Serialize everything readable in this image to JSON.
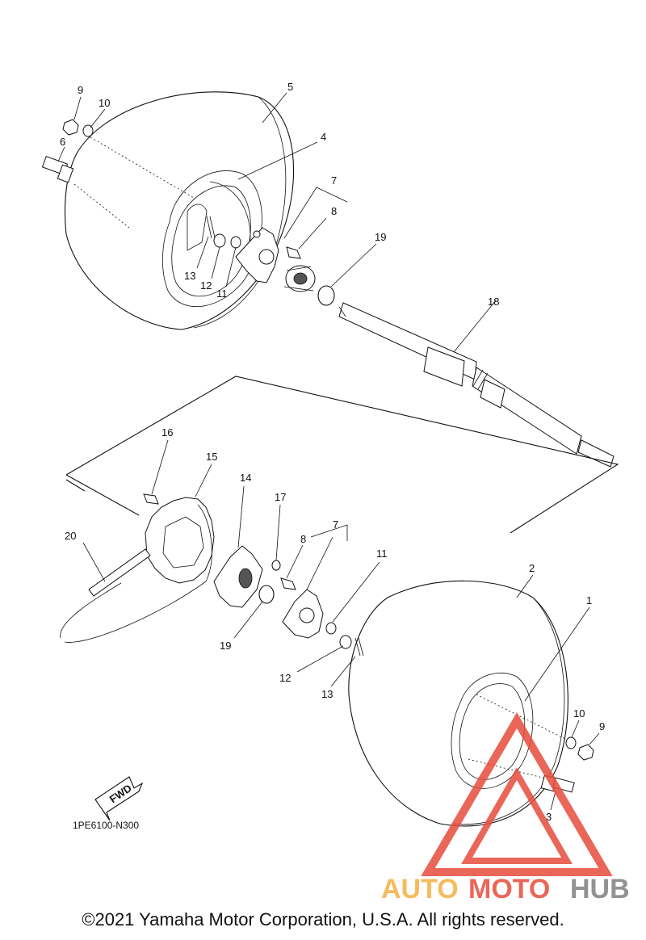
{
  "diagram": {
    "callouts": [
      {
        "id": "c9a",
        "text": "9"
      },
      {
        "id": "c10a",
        "text": "10"
      },
      {
        "id": "c6",
        "text": "6"
      },
      {
        "id": "c5",
        "text": "5"
      },
      {
        "id": "c4",
        "text": "4"
      },
      {
        "id": "c7a",
        "text": "7"
      },
      {
        "id": "c8a",
        "text": "8"
      },
      {
        "id": "c19a",
        "text": "19"
      },
      {
        "id": "c13a",
        "text": "13"
      },
      {
        "id": "c12a",
        "text": "12"
      },
      {
        "id": "c11a",
        "text": "11"
      },
      {
        "id": "c18",
        "text": "18"
      },
      {
        "id": "c16",
        "text": "16"
      },
      {
        "id": "c15",
        "text": "15"
      },
      {
        "id": "c14",
        "text": "14"
      },
      {
        "id": "c17",
        "text": "17"
      },
      {
        "id": "c7b",
        "text": "7"
      },
      {
        "id": "c8b",
        "text": "8"
      },
      {
        "id": "c11b",
        "text": "11"
      },
      {
        "id": "c20",
        "text": "20"
      },
      {
        "id": "c2",
        "text": "2"
      },
      {
        "id": "c1",
        "text": "1"
      },
      {
        "id": "c19b",
        "text": "19"
      },
      {
        "id": "c12b",
        "text": "12"
      },
      {
        "id": "c13b",
        "text": "13"
      },
      {
        "id": "c10b",
        "text": "10"
      },
      {
        "id": "c9b",
        "text": "9"
      },
      {
        "id": "c3",
        "text": "3"
      }
    ],
    "fwd_label": "FWD",
    "diagram_code": "1PE6100-N300"
  },
  "watermark": {
    "part1": "AUTO",
    "part2": "MOTO",
    "part3": "HUB",
    "color_orange": "#f5b041",
    "color_red": "#e74c3c",
    "color_gray": "#7f7f7f"
  },
  "footer": {
    "copyright": "©2021 Yamaha Motor Corporation, U.S.A. All rights reserved."
  }
}
